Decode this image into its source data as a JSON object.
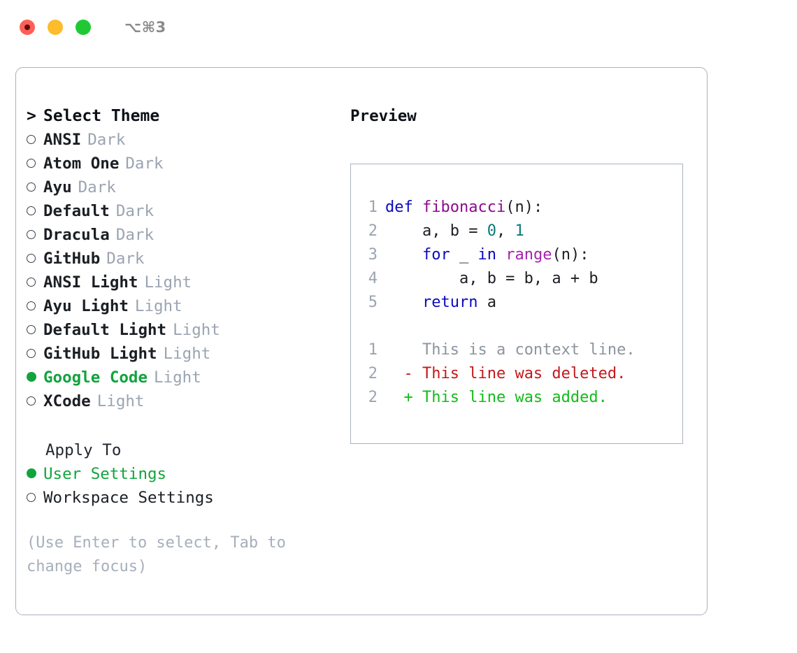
{
  "titlebar": {
    "shortcut": "⌥⌘3",
    "buttons": [
      {
        "name": "close-button",
        "color": "#fc6058"
      },
      {
        "name": "minimize-button",
        "color": "#fdbc2c"
      },
      {
        "name": "maximize-button",
        "color": "#20c933"
      }
    ]
  },
  "left": {
    "prompt_marker": ">",
    "prompt_label": "Select Theme",
    "radio_empty": "○",
    "radio_filled": "●",
    "themes": [
      {
        "name": "ANSI",
        "kind": "Dark",
        "selected": false
      },
      {
        "name": "Atom One",
        "kind": "Dark",
        "selected": false
      },
      {
        "name": "Ayu",
        "kind": "Dark",
        "selected": false
      },
      {
        "name": "Default",
        "kind": "Dark",
        "selected": false
      },
      {
        "name": "Dracula",
        "kind": "Dark",
        "selected": false
      },
      {
        "name": "GitHub",
        "kind": "Dark",
        "selected": false
      },
      {
        "name": "ANSI Light",
        "kind": "Light",
        "selected": false
      },
      {
        "name": "Ayu Light",
        "kind": "Light",
        "selected": false
      },
      {
        "name": "Default Light",
        "kind": "Light",
        "selected": false
      },
      {
        "name": "GitHub Light",
        "kind": "Light",
        "selected": false
      },
      {
        "name": "Google Code",
        "kind": "Light",
        "selected": true
      },
      {
        "name": "XCode",
        "kind": "Light",
        "selected": false
      }
    ],
    "apply_to_header": "Apply To",
    "apply_options": [
      {
        "label": "User Settings",
        "selected": true
      },
      {
        "label": "Workspace Settings",
        "selected": false
      }
    ],
    "hint": "(Use Enter to select, Tab to change focus)"
  },
  "right": {
    "preview_title": "Preview",
    "code_lines": [
      {
        "no": "1",
        "tokens": [
          {
            "t": "def",
            "c": "tok-kw"
          },
          {
            "t": " ",
            "c": "tok-punct"
          },
          {
            "t": "fibonacci",
            "c": "tok-fn"
          },
          {
            "t": "(",
            "c": "tok-punct"
          },
          {
            "t": "n",
            "c": "tok-id"
          },
          {
            "t": "):",
            "c": "tok-punct"
          }
        ]
      },
      {
        "no": "2",
        "tokens": [
          {
            "t": "    a, b = ",
            "c": "tok-id"
          },
          {
            "t": "0",
            "c": "tok-num"
          },
          {
            "t": ", ",
            "c": "tok-punct"
          },
          {
            "t": "1",
            "c": "tok-num"
          }
        ]
      },
      {
        "no": "3",
        "tokens": [
          {
            "t": "    ",
            "c": "tok-punct"
          },
          {
            "t": "for",
            "c": "tok-kw"
          },
          {
            "t": " _ ",
            "c": "tok-id"
          },
          {
            "t": "in",
            "c": "tok-kw"
          },
          {
            "t": " ",
            "c": "tok-punct"
          },
          {
            "t": "range",
            "c": "tok-fn2"
          },
          {
            "t": "(",
            "c": "tok-punct"
          },
          {
            "t": "n",
            "c": "tok-id"
          },
          {
            "t": "):",
            "c": "tok-punct"
          }
        ]
      },
      {
        "no": "4",
        "tokens": [
          {
            "t": "        a, b = b, a + b",
            "c": "tok-id"
          }
        ]
      },
      {
        "no": "5",
        "tokens": [
          {
            "t": "    ",
            "c": "tok-punct"
          },
          {
            "t": "return",
            "c": "tok-kw"
          },
          {
            "t": " a",
            "c": "tok-id"
          }
        ]
      }
    ],
    "diff_lines": [
      {
        "no": "1",
        "sign": " ",
        "text": " This is a context line.",
        "kind": "diff-ctx"
      },
      {
        "no": "2",
        "sign": "-",
        "text": " This line was deleted.",
        "kind": "diff-del"
      },
      {
        "no": "2",
        "sign": "+",
        "text": " This line was added.",
        "kind": "diff-add"
      }
    ]
  },
  "colors": {
    "accent_green": "#12a33e",
    "muted_gray": "#9aa4b2",
    "border": "#aab2be",
    "keyword_blue": "#0b0bbd",
    "function_purple": "#8d0a8d",
    "builtin_purple": "#a81fb0",
    "number_teal": "#0b7a78",
    "diff_delete_red": "#c3191b",
    "diff_add_green": "#13bb19"
  }
}
